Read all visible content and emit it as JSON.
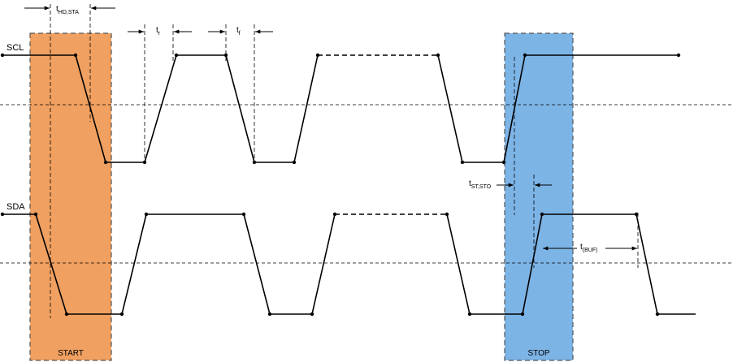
{
  "signals": {
    "scl": "SCL",
    "sda": "SDA"
  },
  "regions": {
    "start": "START",
    "stop": "STOP"
  },
  "timing": {
    "hd_sta": {
      "main": "t",
      "sub": "HD,STA"
    },
    "tr": {
      "main": "t",
      "sub": "r"
    },
    "tf": {
      "main": "t",
      "sub": "f"
    },
    "st_sto": {
      "main": "t",
      "sub": "ST,STO"
    },
    "buf": {
      "main": "t",
      "sub": "(BUF)"
    }
  },
  "colors": {
    "start_fill": "#F0A060",
    "stop_fill": "#7DB4E6",
    "region_border": "#555555",
    "line": "#000000"
  }
}
